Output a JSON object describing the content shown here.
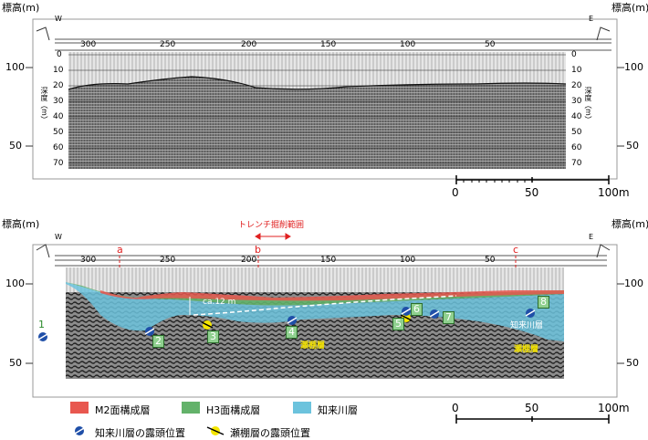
{
  "upper_panel": {
    "elev_label_left": "標高(m)",
    "elev_label_right": "標高(m)",
    "dir_w": "W",
    "dir_e": "E",
    "distance_ticks": [
      "300",
      "250",
      "200",
      "150",
      "100",
      "50"
    ],
    "depth_ticks": [
      "0",
      "10",
      "20",
      "30",
      "40",
      "50",
      "60",
      "70"
    ],
    "depth_axis_label_left": "深度（m）",
    "depth_axis_label_right": "深度（m）",
    "elev_ticks": [
      "100",
      "50"
    ]
  },
  "scale_bar": {
    "labels": [
      "0",
      "50",
      "100m"
    ]
  },
  "lower_panel": {
    "elev_label_left": "標高(m)",
    "elev_label_right": "標高(m)",
    "dir_w": "W",
    "dir_e": "E",
    "trench_label": "トレンチ掘削範囲",
    "section_marks": [
      "a",
      "b",
      "c"
    ],
    "distance_ticks": [
      "300",
      "250",
      "200",
      "150",
      "100",
      "50"
    ],
    "elev_ticks": [
      "100",
      "50"
    ],
    "depth_annotation": "ca.12 m",
    "layer_labels": {
      "shiretoko": "知来川層",
      "setana1": "瀬棚層",
      "setana2": "瀬棚層"
    },
    "outcrop_numbers": [
      "1",
      "2",
      "3",
      "4",
      "5",
      "6",
      "7",
      "8"
    ]
  },
  "legend": {
    "m2": "M2面構成層",
    "h3": "H3面構成層",
    "shiretoko": "知来川層",
    "outcrop_shiretoko": "知来川層の露頭位置",
    "outcrop_setana": "瀬棚層の露頭位置"
  },
  "colors": {
    "m2": "#e8574f",
    "h3": "#63b26a",
    "shiretoko": "#6cc3dd",
    "outcrop_blue": "#1f4fa8",
    "outcrop_yellow": "#f5e600",
    "trench_red": "#e02020"
  }
}
